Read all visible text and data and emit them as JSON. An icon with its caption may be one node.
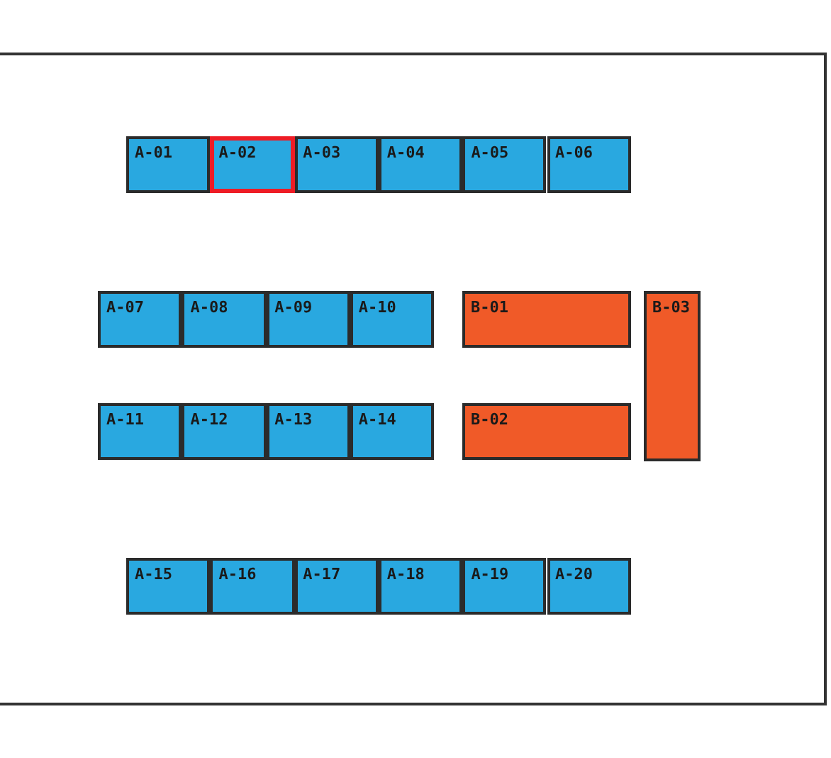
{
  "diagram": {
    "nodes": [
      {
        "text": [
          "A-01"
        ]
      },
      {
        "text": [
          "A-02"
        ]
      },
      {
        "text": [
          "A-03"
        ]
      },
      {
        "text": [
          "A-04"
        ]
      },
      {
        "text": [
          "A-05"
        ]
      },
      {
        "text": [
          "A-06"
        ]
      },
      {
        "text": [
          "A-07"
        ]
      },
      {
        "text": [
          "A-08"
        ]
      },
      {
        "text": [
          "A-09"
        ]
      },
      {
        "text": [
          "A-10"
        ]
      },
      {
        "text": [
          "B-01"
        ]
      },
      {
        "text": [
          "B-03"
        ]
      },
      {
        "text": [
          "A-11"
        ]
      },
      {
        "text": [
          "A-12"
        ]
      },
      {
        "text": [
          "A-13"
        ]
      },
      {
        "text": [
          "A-14"
        ]
      },
      {
        "text": [
          "B-02"
        ]
      },
      {
        "text": [
          "A-15"
        ]
      },
      {
        "text": [
          "A-16"
        ]
      },
      {
        "text": [
          "A-17"
        ]
      },
      {
        "text": [
          "A-18"
        ]
      },
      {
        "text": [
          "A-19"
        ]
      },
      {
        "text": [
          "A-20"
        ]
      }
    ]
  }
}
